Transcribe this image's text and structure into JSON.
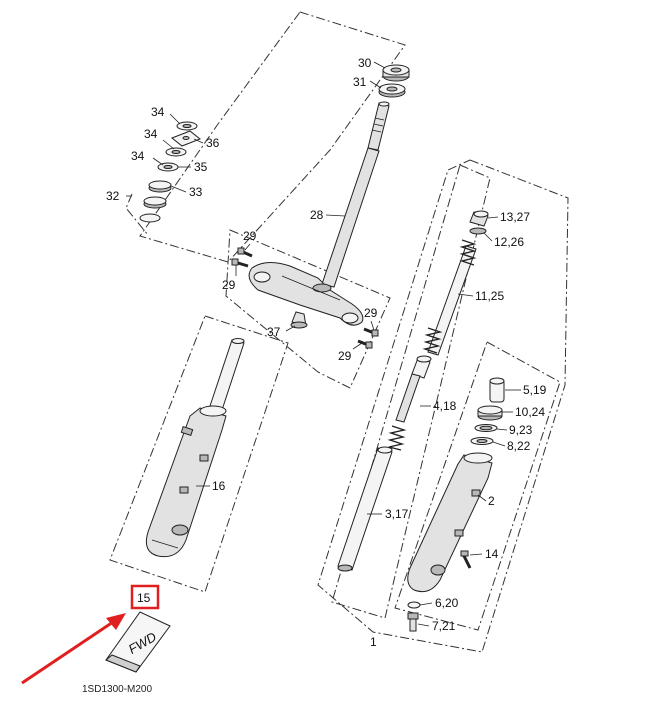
{
  "diagram": {
    "code": "1SD1300-M200",
    "fwd_text": "FWD",
    "highlight_color": "#e02020",
    "callouts": {
      "c30": "30",
      "c31": "31",
      "c28": "28",
      "c34a": "34",
      "c34b": "34",
      "c34c": "34",
      "c36": "36",
      "c35": "35",
      "c32": "32",
      "c33": "33",
      "c29a": "29",
      "c29b": "29",
      "c29c": "29",
      "c29d": "29",
      "c37": "37",
      "c16": "16",
      "c15": "15",
      "c13_27": "13,27",
      "c12_26": "12,26",
      "c11_25": "11,25",
      "c4_18": "4,18",
      "c3_17": "3,17",
      "c5_19": "5,19",
      "c10_24": "10,24",
      "c9_23": "9,23",
      "c8_22": "8,22",
      "c2": "2",
      "c14": "14",
      "c6_20": "6,20",
      "c7_21": "7,21",
      "c1": "1"
    }
  }
}
